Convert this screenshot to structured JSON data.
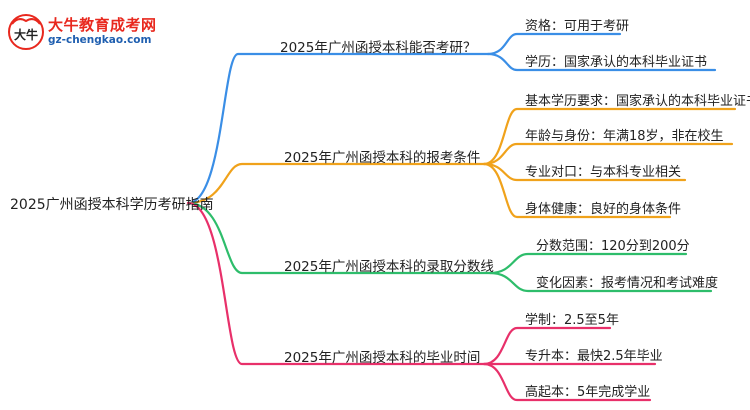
{
  "logo": {
    "title": "大牛教育成考网",
    "url": "gz-chengkao.com",
    "mark_text": "大牛"
  },
  "root": "2025广州函授本科学历考研指南",
  "branches": [
    {
      "label": "2025年广州函授本科能否考研？",
      "color": "#3a8ee6",
      "leaves": [
        "资格：可用于考研",
        "学历：国家承认的本科毕业证书"
      ]
    },
    {
      "label": "2025年广州函授本科的报考条件",
      "color": "#f0a21b",
      "leaves": [
        "基本学历要求：国家承认的本科毕业证书",
        "年龄与身份：年满18岁，非在校生",
        "专业对口：与本科专业相关",
        "身体健康：良好的身体条件"
      ]
    },
    {
      "label": "2025年广州函授本科的录取分数线",
      "color": "#2ebd6b",
      "leaves": [
        "分数范围：120分到200分",
        "变化因素：报考情况和考试难度"
      ]
    },
    {
      "label": "2025年广州函授本科的毕业时间",
      "color": "#e8306a",
      "leaves": [
        "学制：2.5至5年",
        "专升本：最快2.5年毕业",
        "高起本：5年完成学业"
      ]
    }
  ]
}
